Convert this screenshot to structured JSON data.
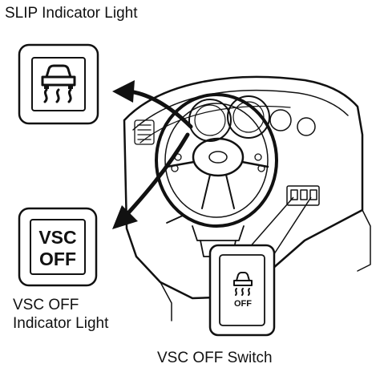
{
  "labels": {
    "slip_indicator": "SLIP Indicator Light",
    "vsc_off_indicator_line1": "VSC OFF",
    "vsc_off_indicator_line2": "Indicator Light",
    "vsc_off_switch": "VSC OFF Switch"
  },
  "icons": {
    "vsc_off_top": "VSC",
    "vsc_off_bottom": "OFF",
    "switch_off": "OFF"
  },
  "colors": {
    "ink": "#111111",
    "paper": "#ffffff"
  }
}
